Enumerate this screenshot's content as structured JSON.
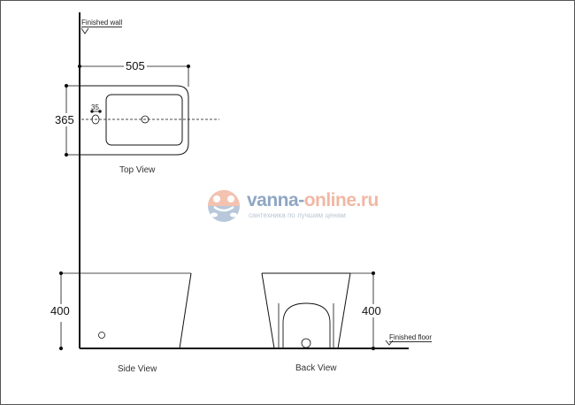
{
  "drawing": {
    "labels": {
      "finished_wall": "Finished wall",
      "finished_floor": "Finished floor"
    },
    "dimensions": {
      "top_width": "505",
      "top_depth": "365",
      "hole_offset": "35",
      "side_height": "400",
      "back_height": "400"
    },
    "views": {
      "top": "Top View",
      "side": "Side View",
      "back": "Back View"
    }
  },
  "watermark": {
    "brand_part1": "vanna-",
    "brand_part2": "online.ru",
    "tagline": "сантехника по лучшим ценам",
    "colors": {
      "blue": "#8fa7c4",
      "orange": "#f0b8a4"
    }
  }
}
